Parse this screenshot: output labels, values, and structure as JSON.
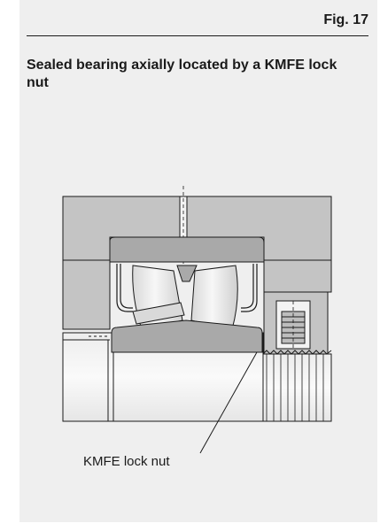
{
  "figure": {
    "number_label": "Fig. 17",
    "title": "Sealed bearing axially located by a KMFE lock nut"
  },
  "callouts": {
    "lock_nut": "KMFE lock nut"
  },
  "colors": {
    "panel_bg": "#efefef",
    "housing_gray": "#c4c4c4",
    "ring_gray": "#a9a9a9",
    "roller_light": "#f2f2f2",
    "roller_shade": "#cfcfcf",
    "line": "#1a1a1a"
  }
}
